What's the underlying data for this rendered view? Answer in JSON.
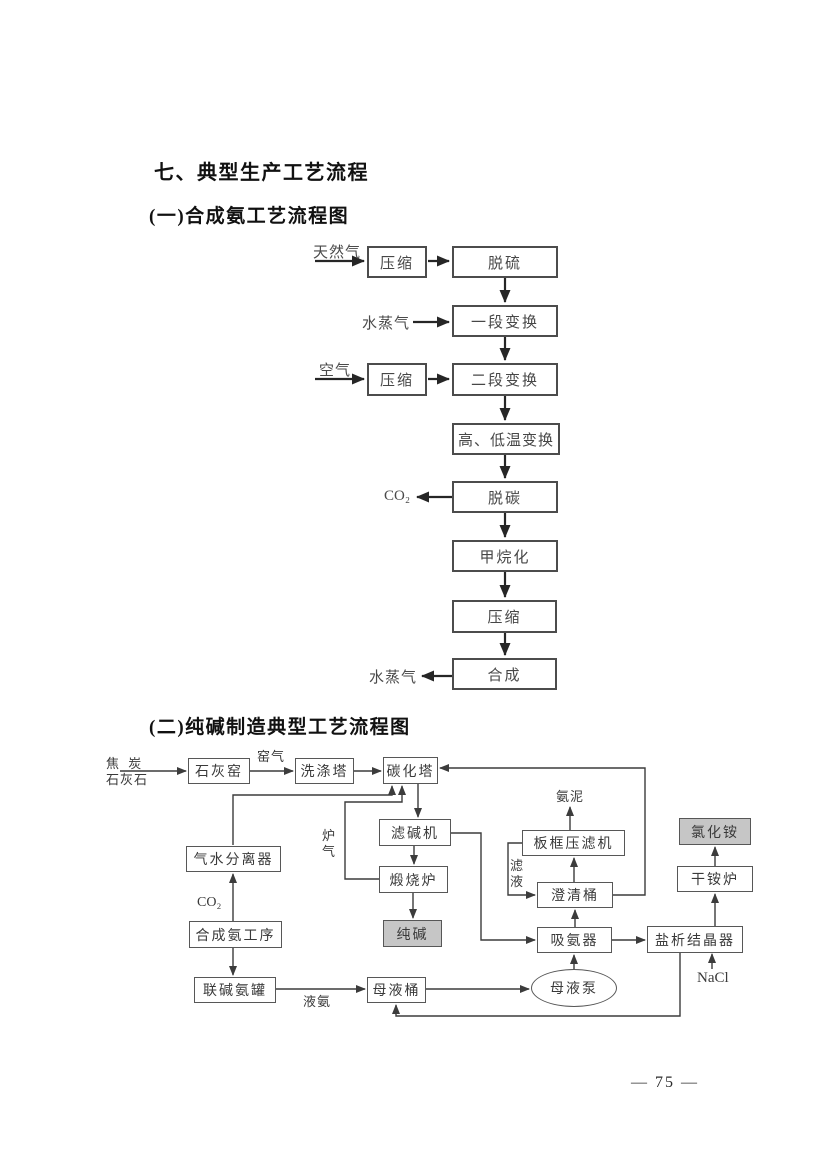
{
  "headings": {
    "section": "七、典型生产工艺流程",
    "sub1": "(一)合成氨工艺流程图",
    "sub2": "(二)纯碱制造典型工艺流程图"
  },
  "page": {
    "number_display": "— 75 —"
  },
  "colors": {
    "highlight_fill": "#c6c6c6",
    "chart1_line": "#262626",
    "chart2_line": "#3c3c3c"
  },
  "chart1": {
    "nodes": {
      "compress1": "压缩",
      "desulfurization": "脱硫",
      "shift_stage1": "一段变换",
      "compress2": "压缩",
      "shift_stage2": "二段变换",
      "high_low_temp_shift": "高、低温变换",
      "decarbonization": "脱碳",
      "methanation": "甲烷化",
      "compress3": "压缩",
      "synthesis": "合成"
    },
    "labels": {
      "natural_gas": "天然气",
      "steam_in": "水蒸气",
      "air": "空气",
      "co2": "CO₂",
      "steam_out": "水蒸气"
    }
  },
  "chart2": {
    "nodes": {
      "lime_kiln": "石灰窑",
      "washing_tower": "洗涤塔",
      "carbonation_tower": "碳化塔",
      "alkali_filter": "滤碱机",
      "calciner": "煅烧炉",
      "soda_ash": "纯碱",
      "gas_water_separator": "气水分离器",
      "ammonia_synthesis_section": "合成氨工序",
      "combined_alkali_ammonia_tank": "联碱氨罐",
      "mother_liquor_tank": "母液桶",
      "mother_liquor_pump": "母液泵",
      "ammonia_absorber": "吸氨器",
      "salting_out_crystallizer": "盐析结晶器",
      "ammonium_drying_furnace": "干铵炉",
      "ammonium_chloride": "氯化铵",
      "plate_frame_filter_press": "板框压滤机",
      "clarifier": "澄清桶"
    },
    "labels": {
      "coke": "焦  炭",
      "limestone": "石灰石",
      "kiln_gas": "窑气",
      "furnace_gas": "炉气",
      "co2": "CO₂",
      "ammonia_mud": "氨泥",
      "filtrate": "滤液",
      "nacl": "NaCl",
      "liquid_ammonia": "液氨"
    }
  }
}
